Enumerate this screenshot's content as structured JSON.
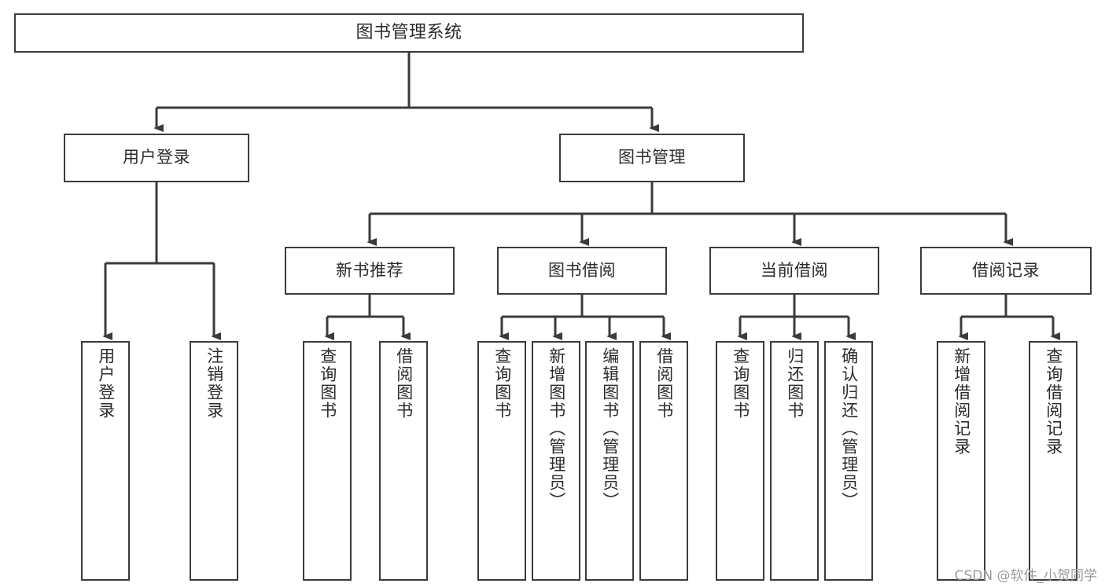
{
  "diagram": {
    "title": "图书管理系统",
    "type": "hierarchy-tree",
    "watermark": "CSDN @软件_小贺同学",
    "colors": {
      "background": "#ffffff",
      "box_border": "#3b3b3b",
      "connector": "#3b3b3b",
      "text": "#2b2b2b",
      "watermark": "#9a9a9a"
    },
    "levels": {
      "root": {
        "label": "图书管理系统"
      },
      "level2": [
        {
          "label": "用户登录"
        },
        {
          "label": "图书管理"
        }
      ],
      "level3": [
        {
          "label": "新书推荐"
        },
        {
          "label": "图书借阅"
        },
        {
          "label": "当前借阅"
        },
        {
          "label": "借阅记录"
        }
      ],
      "leaves": {
        "user_login": [
          {
            "label": "用户登录"
          },
          {
            "label": "注销登录"
          }
        ],
        "new_book_recommend": [
          {
            "label": "查询图书"
          },
          {
            "label": "借阅图书"
          }
        ],
        "book_borrow": [
          {
            "label": "查询图书"
          },
          {
            "label": "新增图书（管理员）"
          },
          {
            "label": "编辑图书（管理员）"
          },
          {
            "label": "借阅图书"
          }
        ],
        "current_borrow": [
          {
            "label": "查询图书"
          },
          {
            "label": "归还图书"
          },
          {
            "label": "确认归还（管理员）"
          }
        ],
        "borrow_records": [
          {
            "label": "新增借阅记录"
          },
          {
            "label": "查询借阅记录"
          }
        ]
      }
    }
  }
}
